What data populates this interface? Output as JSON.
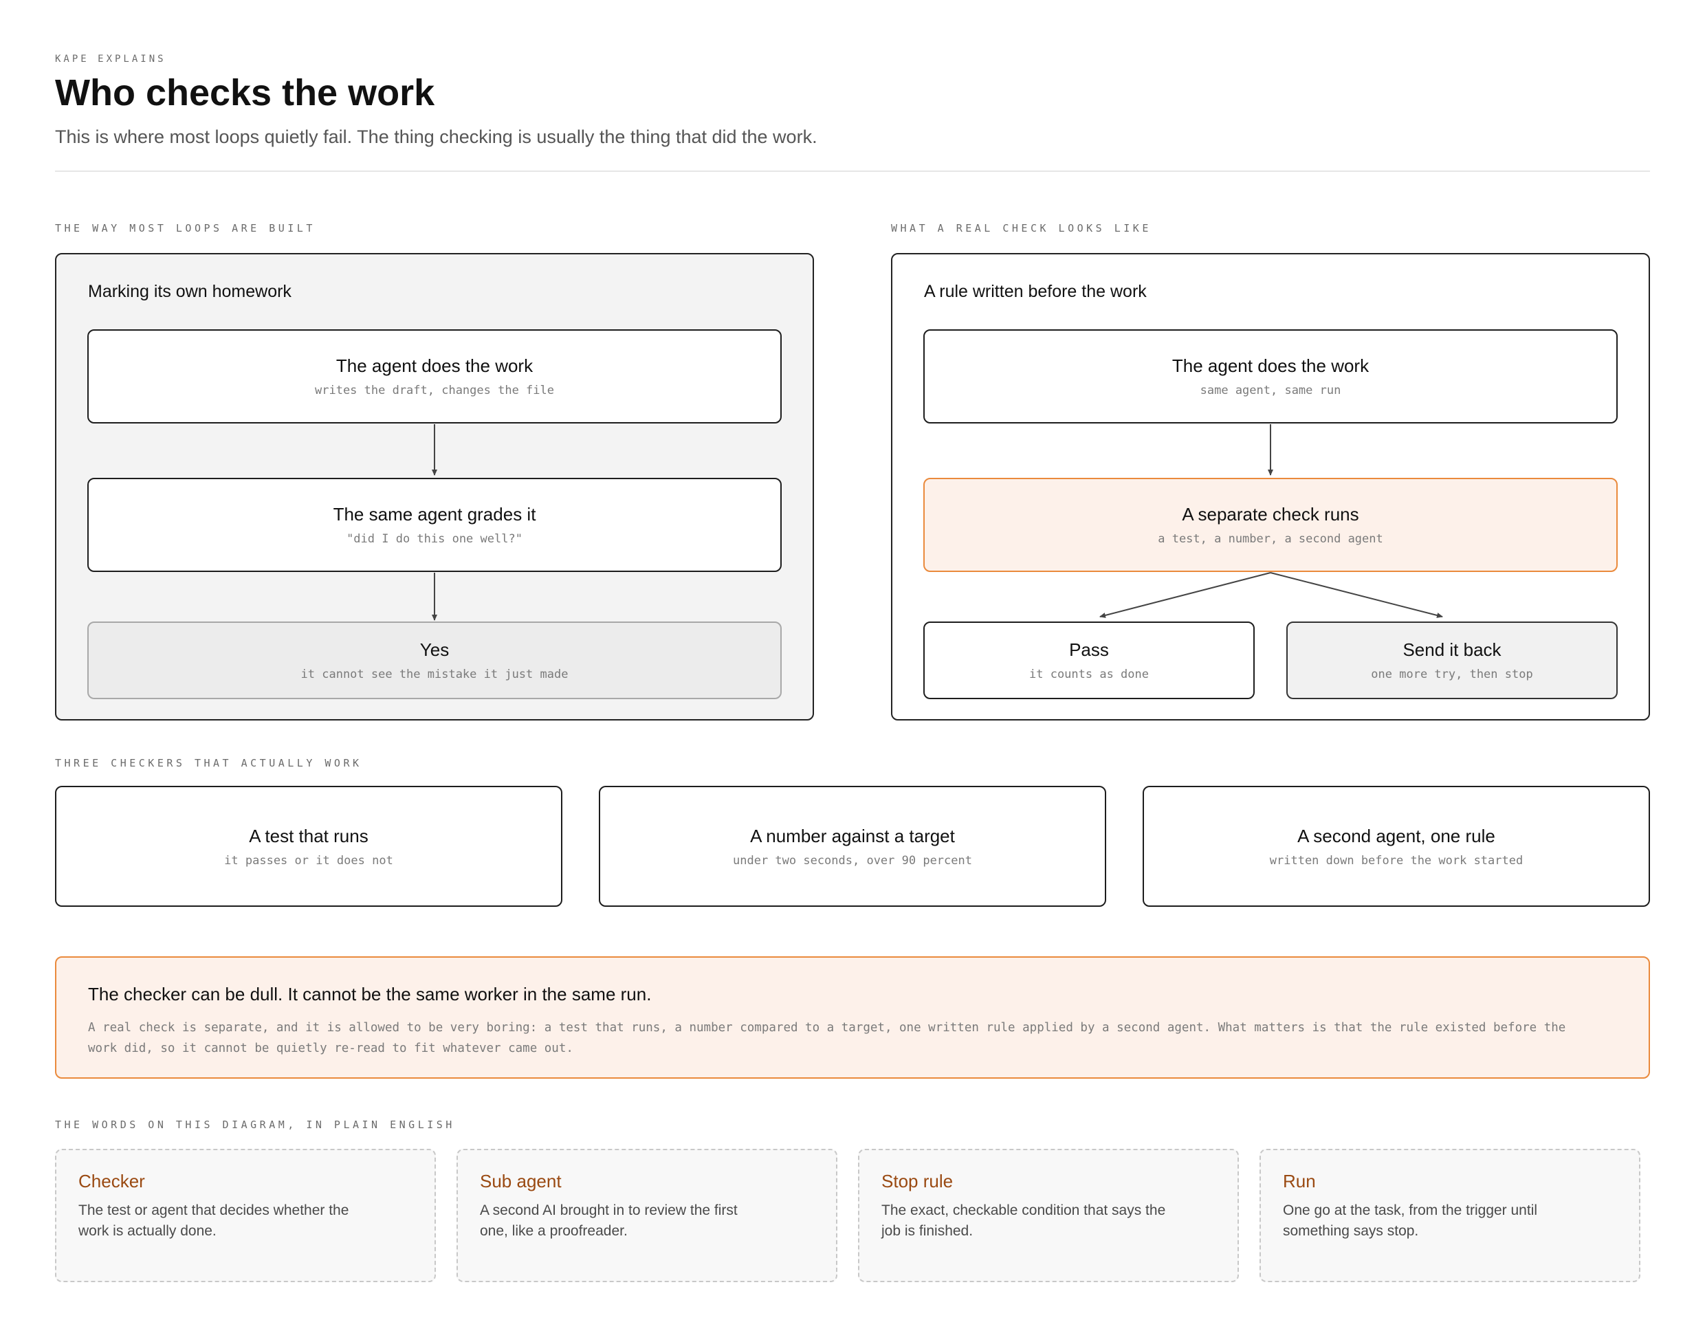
{
  "header": {
    "eyebrow": "KAPE EXPLAINS",
    "title": "Who checks the work",
    "subtitle": "This is where most loops quietly fail. The thing checking is usually the thing that did the work."
  },
  "left_section": {
    "label": "THE WAY MOST LOOPS ARE BUILT",
    "panel_title": "Marking its own homework",
    "nodes": [
      {
        "title": "The agent does the work",
        "subtitle": "writes the draft, changes the file"
      },
      {
        "title": "The same agent grades it",
        "subtitle": "\"did I do this one well?\""
      },
      {
        "title": "Yes",
        "subtitle": "it cannot see the mistake it just made"
      }
    ]
  },
  "right_section": {
    "label": "WHAT A REAL CHECK LOOKS LIKE",
    "panel_title": "A rule written before the work",
    "nodes": [
      {
        "title": "The agent does the work",
        "subtitle": "same agent, same run"
      },
      {
        "title": "A separate check runs",
        "subtitle": "a test, a number, a second agent"
      },
      {
        "title": "Pass",
        "subtitle": "it counts as done"
      },
      {
        "title": "Send it back",
        "subtitle": "one more try, then stop"
      }
    ]
  },
  "checkers": {
    "label": "THREE CHECKERS THAT ACTUALLY WORK",
    "items": [
      {
        "title": "A test that runs",
        "subtitle": "it passes or it does not"
      },
      {
        "title": "A number against a target",
        "subtitle": "under two seconds, over 90 percent"
      },
      {
        "title": "A second agent, one rule",
        "subtitle": "written down before the work started"
      }
    ]
  },
  "callout": {
    "title": "The checker can be dull. It cannot be the same worker in the same run.",
    "body": "A real check is separate, and it is allowed to be very boring: a test that runs, a number compared to a target, one written rule applied by a second agent. What matters is that the rule existed before the work did, so it cannot be quietly re-read to fit whatever came out."
  },
  "glossary": {
    "label": "THE WORDS ON THIS DIAGRAM, IN PLAIN ENGLISH",
    "items": [
      {
        "term": "Checker",
        "definition": "The test or agent that decides whether the work is actually done."
      },
      {
        "term": "Sub agent",
        "definition": "A second AI brought in to review the first one, like a proofreader."
      },
      {
        "term": "Stop rule",
        "definition": "The exact, checkable condition that says the job is finished."
      },
      {
        "term": "Run",
        "definition": "One go at the task, from the trigger until something says stop."
      }
    ]
  },
  "colors": {
    "accent": "#ea8a3c",
    "accent_fill": "#fdf1ea",
    "glossary_term": "#9a4a12"
  }
}
